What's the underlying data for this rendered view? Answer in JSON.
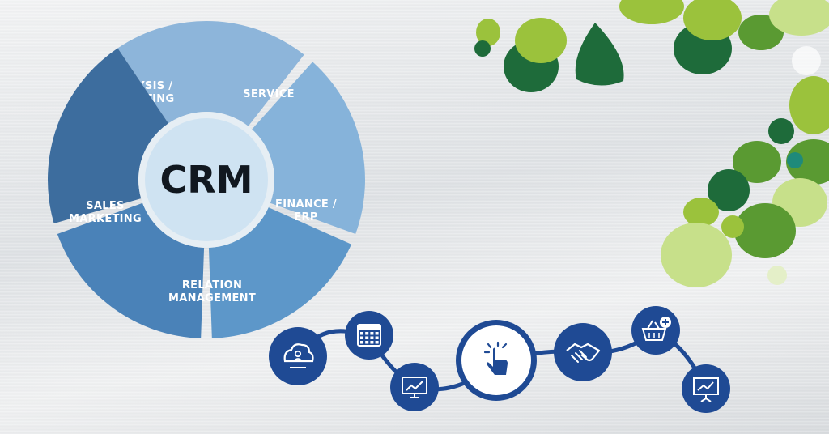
{
  "diagram": {
    "center_label": "CRM",
    "segments": [
      {
        "id": "analysis",
        "lines": [
          "ANALYSIS /",
          "REPORTING"
        ],
        "color": "#8db5da"
      },
      {
        "id": "service",
        "lines": [
          "SERVICE"
        ],
        "color": "#86b3da"
      },
      {
        "id": "finance",
        "lines": [
          "FINANCE /",
          "ERP"
        ],
        "color": "#5d97c9"
      },
      {
        "id": "relation",
        "lines": [
          "RELATION",
          "MANAGEMENT"
        ],
        "color": "#4a82b8"
      },
      {
        "id": "sales",
        "lines": [
          "SALES",
          "MARKETING"
        ],
        "color": "#3d6d9e"
      }
    ],
    "center_color": "#cfe3f2",
    "node_color": "#1f4a94",
    "line_color": "#1f4a94"
  },
  "process_icons": [
    {
      "name": "cloud-user-icon"
    },
    {
      "name": "calendar-icon"
    },
    {
      "name": "trend-monitor-icon"
    },
    {
      "name": "touch-icon"
    },
    {
      "name": "handshake-icon"
    },
    {
      "name": "basket-add-icon"
    },
    {
      "name": "presentation-chart-icon"
    }
  ],
  "leaf_colors": [
    "#9bc23c",
    "#5a9a32",
    "#1e6b3a",
    "#c7e08a",
    "#e4efc8"
  ]
}
